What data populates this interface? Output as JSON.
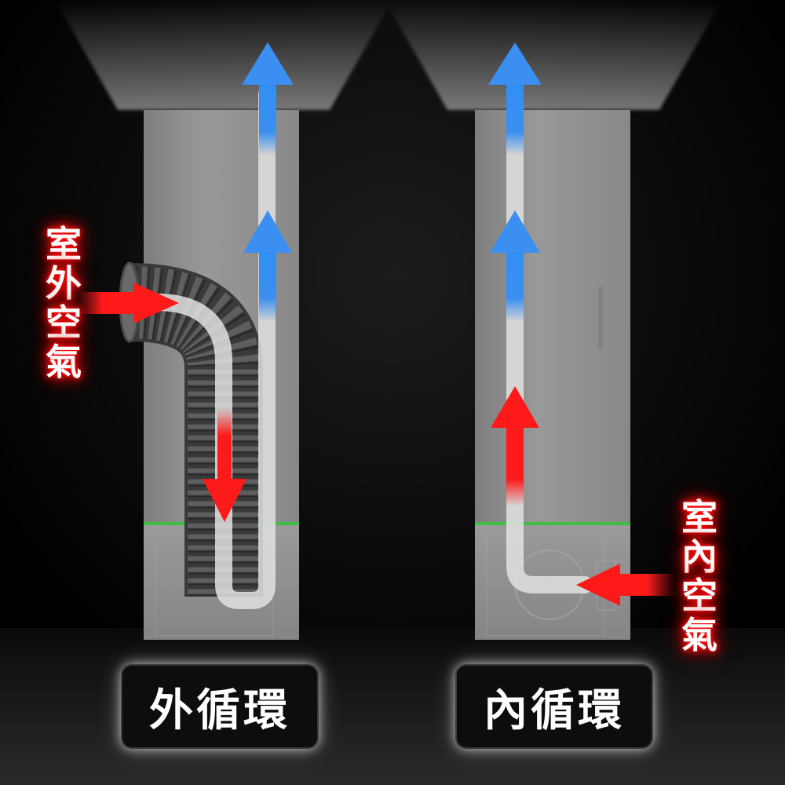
{
  "labels": {
    "outdoor_air": "室外空氣",
    "indoor_air": "室內空氣"
  },
  "modes": {
    "external": "外循環",
    "internal": "內循環"
  },
  "colors": {
    "hot_arrow": "#ff1a1a",
    "cool_arrow": "#3b8ff0",
    "unit_body": "#8f8f8f",
    "status_strip": "#3fbf3f",
    "background": "#000000"
  }
}
